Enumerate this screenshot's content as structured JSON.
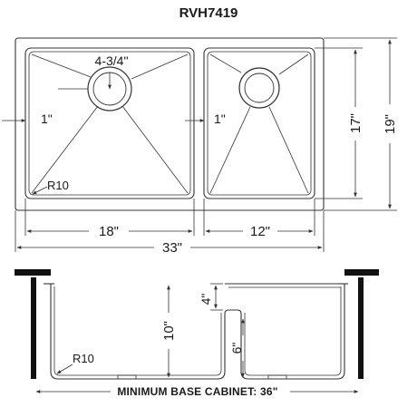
{
  "title": "RVH7419",
  "top_view": {
    "drain_diameter": "4-3/4\"",
    "left_offset": "1\"",
    "right_offset": "1\"",
    "corner_radius": "R10",
    "left_bowl_width": "18\"",
    "right_bowl_width": "12\"",
    "overall_width": "33\"",
    "inner_depth": "17\"",
    "overall_depth": "19\""
  },
  "section_view": {
    "left_bowl_depth": "10\"",
    "divider_gap": "4\"",
    "right_bowl_depth": "6\"",
    "corner_radius": "R10",
    "cabinet_label": "MINIMUM BASE CABINET: 36\""
  }
}
